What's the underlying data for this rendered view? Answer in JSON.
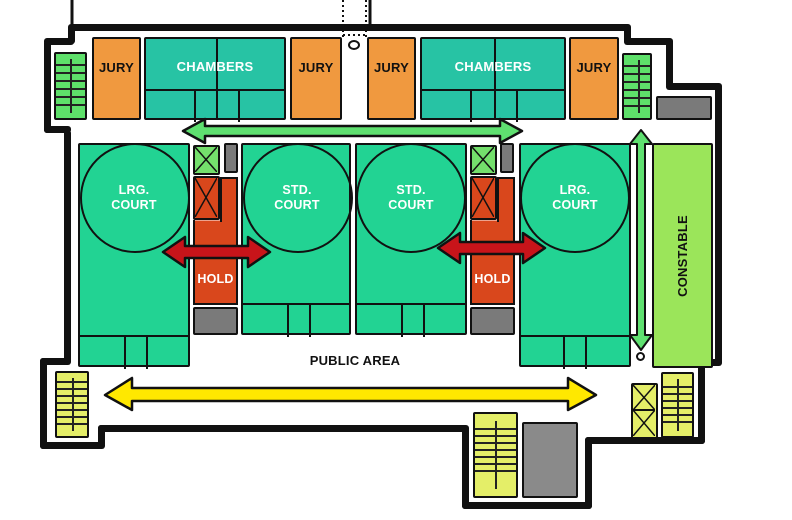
{
  "diagram": {
    "type": "floor-plan",
    "subject": "courthouse floor layout",
    "colors": {
      "jury": "#F0993F",
      "chambers": "#27C3A4",
      "court": "#22D393",
      "hold": "#D9471C",
      "constable": "#9BE55A",
      "stair_green": "#5EE06A",
      "stair_yellow": "#E4EE68",
      "service_gray": "#7A7A7A",
      "wall": "#111111",
      "arrow_green": "#5FE070",
      "arrow_red": "#C8141A",
      "arrow_yellow": "#FFE800"
    },
    "top_row": [
      {
        "id": "jury-1",
        "label": "JURY"
      },
      {
        "id": "chambers-1",
        "label": "CHAMBERS"
      },
      {
        "id": "jury-2",
        "label": "JURY"
      },
      {
        "id": "jury-3",
        "label": "JURY"
      },
      {
        "id": "chambers-2",
        "label": "CHAMBERS"
      },
      {
        "id": "jury-4",
        "label": "JURY"
      }
    ],
    "courts": [
      {
        "id": "court-1",
        "line1": "LRG.",
        "line2": "COURT"
      },
      {
        "id": "court-2",
        "line1": "STD.",
        "line2": "COURT"
      },
      {
        "id": "court-3",
        "line1": "STD.",
        "line2": "COURT"
      },
      {
        "id": "court-4",
        "line1": "LRG.",
        "line2": "COURT"
      }
    ],
    "holds": [
      {
        "id": "hold-1",
        "label": "HOLD"
      },
      {
        "id": "hold-2",
        "label": "HOLD"
      }
    ],
    "constable": {
      "label": "CONSTABLE"
    },
    "public_area": {
      "label": "PUBLIC AREA"
    },
    "arrows": [
      {
        "id": "private-corridor",
        "color": "green",
        "direction": "horizontal-double"
      },
      {
        "id": "constable-corridor",
        "color": "green",
        "direction": "vertical-double"
      },
      {
        "id": "hold-to-court-1",
        "color": "red",
        "direction": "horizontal-double"
      },
      {
        "id": "hold-to-court-2",
        "color": "red",
        "direction": "horizontal-double"
      },
      {
        "id": "public-circulation",
        "color": "yellow",
        "direction": "horizontal-double"
      }
    ]
  }
}
